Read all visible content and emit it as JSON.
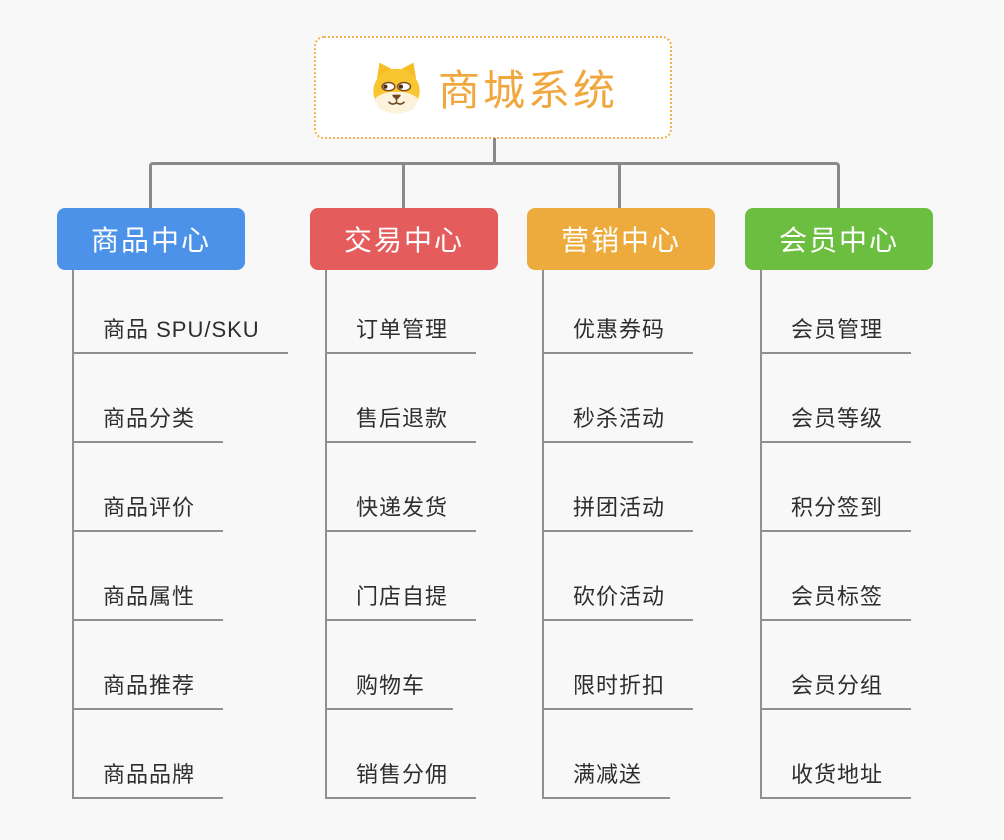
{
  "page": {
    "background_color": "#f8f8f8",
    "connector_color": "#8a8a8a"
  },
  "root": {
    "title": "商城系统",
    "icon": "dog-face-icon",
    "title_color": "#f0a73e",
    "border_color": "#f3b14c"
  },
  "branches": [
    {
      "label": "商品中心",
      "color": "#4b92e8",
      "children": [
        "商品 SPU/SKU",
        "商品分类",
        "商品评价",
        "商品属性",
        "商品推荐",
        "商品品牌"
      ]
    },
    {
      "label": "交易中心",
      "color": "#e45c5c",
      "children": [
        "订单管理",
        "售后退款",
        "快递发货",
        "门店自提",
        "购物车",
        "销售分佣"
      ]
    },
    {
      "label": "营销中心",
      "color": "#ecab3c",
      "children": [
        "优惠券码",
        "秒杀活动",
        "拼团活动",
        "砍价活动",
        "限时折扣",
        "满减送"
      ]
    },
    {
      "label": "会员中心",
      "color": "#6cbe41",
      "children": [
        "会员管理",
        "会员等级",
        "积分签到",
        "会员标签",
        "会员分组",
        "收货地址"
      ]
    }
  ]
}
